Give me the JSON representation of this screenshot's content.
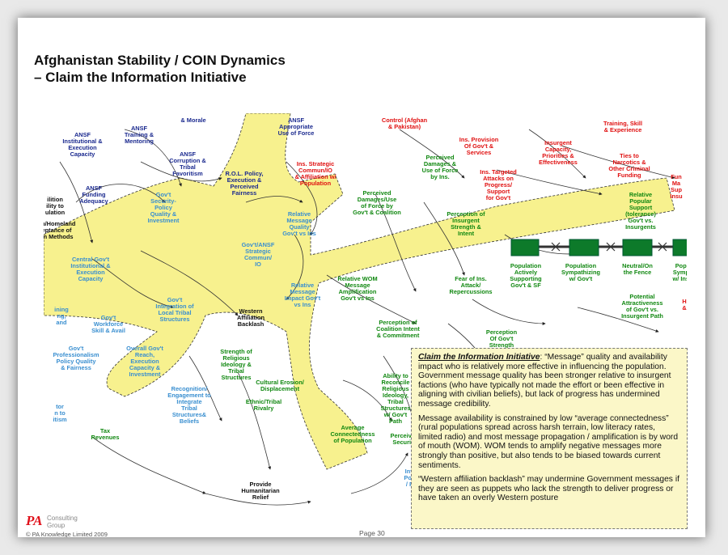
{
  "title": {
    "line1": "Afghanistan Stability / COIN Dynamics",
    "line2": "– Claim the Information Initiative"
  },
  "nodes": [
    {
      "id": "morale",
      "lines": [
        "& Morale"
      ],
      "color": "drk"
    },
    {
      "id": "ansf_train",
      "lines": [
        "ANSF",
        "Training &",
        "Mentoring"
      ],
      "color": "drk"
    },
    {
      "id": "ansf_inst",
      "lines": [
        "ANSF",
        "Institutional &",
        "Execution",
        "Capacity"
      ],
      "color": "drk"
    },
    {
      "id": "ansf_corr",
      "lines": [
        "ANSF",
        "Corruption &",
        "Tribal",
        "Favoritism"
      ],
      "color": "drk"
    },
    {
      "id": "ansf_fund",
      "lines": [
        "ANSF",
        "Funding",
        "Adequacy"
      ],
      "color": "drk"
    },
    {
      "id": "lition",
      "lines": [
        "ilition",
        "ility to",
        "ulation"
      ],
      "color": "blk"
    },
    {
      "id": "govt_sec",
      "lines": [
        "Gov't",
        "Security-",
        "Policy",
        "Quality &",
        "Investment"
      ],
      "color": "blu"
    },
    {
      "id": "rol",
      "lines": [
        "R.O.L. Policy,",
        "Execution &",
        "Perceived",
        "Fairness"
      ],
      "color": "drk"
    },
    {
      "id": "ansf_app",
      "lines": [
        "ANSF",
        "Appropriate",
        "Use of Force"
      ],
      "color": "drk"
    },
    {
      "id": "homeland",
      "lines": [
        "on/Homeland",
        "eptance of",
        "an Methods"
      ],
      "color": "blk"
    },
    {
      "id": "central_govt",
      "lines": [
        "Central Gov't",
        "Institutional &",
        "Execution",
        "Capacity"
      ],
      "color": "blu"
    },
    {
      "id": "govt_ansf",
      "lines": [
        "Gov't/ANSF",
        "Strategic",
        "Commun/",
        "IO"
      ],
      "color": "blu"
    },
    {
      "id": "rel_quality",
      "lines": [
        "Relative",
        "Message",
        "Quality",
        "Gov't vs Ins"
      ],
      "color": "blu"
    },
    {
      "id": "rel_impact",
      "lines": [
        "Relative",
        "Message",
        "Impact Gov't",
        "vs Ins"
      ],
      "color": "blu"
    },
    {
      "id": "govt_integ",
      "lines": [
        "Gov't",
        "Integration of",
        "Local Tribal",
        "Structures"
      ],
      "color": "blu"
    },
    {
      "id": "govt_workforce",
      "lines": [
        "Gov't",
        "Workforce",
        "Skill & Avail"
      ],
      "color": "blu"
    },
    {
      "id": "ining",
      "lines": [
        "ining",
        "ng,",
        "and"
      ],
      "color": "blu"
    },
    {
      "id": "govt_prof",
      "lines": [
        "Gov't",
        "Professionalism",
        "Policy Quality",
        "& Fairness"
      ],
      "color": "blu"
    },
    {
      "id": "overall_govt",
      "lines": [
        "Overall Gov't",
        "Reach,",
        "Execution",
        "Capacity &",
        "Investment"
      ],
      "color": "blu"
    },
    {
      "id": "western",
      "lines": [
        "Western",
        "Affiliation",
        "Backlash"
      ],
      "color": "blk"
    },
    {
      "id": "strength_rel",
      "lines": [
        "Strength of",
        "Religious",
        "Ideology &",
        "Tribal",
        "Structures"
      ],
      "color": "grn"
    },
    {
      "id": "cultural",
      "lines": [
        "Cultural Erosion/",
        "Displacement"
      ],
      "color": "grn"
    },
    {
      "id": "recognition",
      "lines": [
        "Recognition/",
        "Engagement to",
        "Integrate",
        "Tribal",
        "Structures&",
        "Beliefs"
      ],
      "color": "blu"
    },
    {
      "id": "ethnic",
      "lines": [
        "Ethnic/Tribal",
        "Rivalry"
      ],
      "color": "grn"
    },
    {
      "id": "tor",
      "lines": [
        "tor",
        "n to",
        "itism"
      ],
      "color": "blu"
    },
    {
      "id": "tax",
      "lines": [
        "Tax",
        "Revenues"
      ],
      "color": "grn"
    },
    {
      "id": "ability_rec",
      "lines": [
        "Ability to",
        "Reconcile",
        "Religious",
        "Ideology,",
        "Tribal",
        "Structures",
        "w/ Gov't",
        "Path"
      ],
      "color": "grn"
    },
    {
      "id": "avg_conn",
      "lines": [
        "Average",
        "Connectedness",
        "of Population"
      ],
      "color": "grn"
    },
    {
      "id": "provide_hum",
      "lines": [
        "Provide",
        "Humanitarian",
        "Relief"
      ],
      "color": "blk"
    },
    {
      "id": "perc_sec",
      "lines": [
        "Perceived",
        "Security"
      ],
      "color": "grn"
    },
    {
      "id": "infra",
      "lines": [
        "Infr., Se",
        "Policy &",
        "/ Perce"
      ],
      "color": "blu"
    },
    {
      "id": "ins_strat",
      "lines": [
        "Ins. Strategic",
        "Commun/IO",
        "& Affiliation w/",
        "Population"
      ],
      "color": "red"
    },
    {
      "id": "perc_dmg_coal",
      "lines": [
        "Perceived",
        "Damages/Use",
        "of Force by",
        "Gov't & Coalition"
      ],
      "color": "grn"
    },
    {
      "id": "control",
      "lines": [
        "Control (Afghan",
        "& Pakistan)"
      ],
      "color": "red"
    },
    {
      "id": "perc_dmg_ins",
      "lines": [
        "Perceived",
        "Damages &",
        "Use of Force",
        "by Ins."
      ],
      "color": "grn"
    },
    {
      "id": "ins_prov",
      "lines": [
        "Ins. Provision",
        "Of Gov't &",
        "Services"
      ],
      "color": "red"
    },
    {
      "id": "ins_targ",
      "lines": [
        "Ins. Targeted",
        "Attacks on",
        "Progress/",
        "Support",
        "for Gov't"
      ],
      "color": "red"
    },
    {
      "id": "perc_ins_str",
      "lines": [
        "Perception of",
        "Insurgent",
        "Strength &",
        "Intent"
      ],
      "color": "grn"
    },
    {
      "id": "ins_cap",
      "lines": [
        "Insurgent",
        "Capacity,",
        "Priorities &",
        "Effectiveness"
      ],
      "color": "red"
    },
    {
      "id": "training_skill",
      "lines": [
        "Training, Skill",
        "& Experience"
      ],
      "color": "red"
    },
    {
      "id": "ties_narc",
      "lines": [
        "Ties to",
        "Narcotics &",
        "Other Criminal",
        "Funding"
      ],
      "color": "red"
    },
    {
      "id": "fun_ma",
      "lines": [
        "Fun",
        "Ma",
        "Sup",
        "Insu"
      ],
      "color": "red"
    },
    {
      "id": "rel_pop",
      "lines": [
        "Relative",
        "Popular",
        "Support",
        "(tolerance)",
        "Gov't vs.",
        "Insurgents"
      ],
      "color": "grn"
    },
    {
      "id": "pop_act",
      "lines": [
        "Population",
        "Actively",
        "Supporting",
        "Gov't & SF"
      ],
      "color": "grn"
    },
    {
      "id": "pop_symp",
      "lines": [
        "Population",
        "Sympathizing",
        "w/ Gov't"
      ],
      "color": "grn"
    },
    {
      "id": "neutral",
      "lines": [
        "Neutral/On",
        "the Fence"
      ],
      "color": "grn"
    },
    {
      "id": "pop_symp_ins",
      "lines": [
        "Popu",
        "Sympa",
        "w/ Insu"
      ],
      "color": "grn"
    },
    {
      "id": "rel_wom",
      "lines": [
        "Relative WOM",
        "Message",
        "Amplification",
        "Gov't vs Ins"
      ],
      "color": "grn"
    },
    {
      "id": "fear",
      "lines": [
        "Fear of Ins.",
        "Attack/",
        "Repercussions"
      ],
      "color": "grn"
    },
    {
      "id": "perc_coal",
      "lines": [
        "Perception of",
        "Coalition Intent",
        "& Commitment"
      ],
      "color": "grn"
    },
    {
      "id": "perc_govt_str",
      "lines": [
        "Perception",
        "Of Gov't",
        "Strength",
        "& Intent"
      ],
      "color": "grn"
    },
    {
      "id": "potential",
      "lines": [
        "Potential",
        "Attractiveness",
        "of Gov't vs.",
        "Insurgent Path"
      ],
      "color": "grn"
    },
    {
      "id": "h_edge",
      "lines": [
        "H",
        "&"
      ],
      "color": "red"
    }
  ],
  "callout": {
    "lead": "Claim the Information Initiative",
    "p1": ":  “Message” quality and availability impact who is relatively more effective in influencing the population.   Government message quality has been stronger relative to insurgent factions (who have typically not made the effort or been effective in aligning with civilian beliefs), but lack of progress has undermined message credibility.",
    "p2": "Message availability is constrained by low “average connectedness” (rural populations spread across harsh terrain, low literacy rates, limited radio) and most message propagation / amplification is by word of mouth (WOM).  WOM tends to amplify negative messages more strongly than positive, but also tends to be biased towards current sentiments.",
    "p3": "“Western affiliation backlash” may undermine Government messages if they are seen as puppets who lack the strength to deliver progress or have taken an overly Western posture"
  },
  "footer": {
    "logo_mark": "PA",
    "logo_line1": "Consulting",
    "logo_line2": "Group",
    "copyright": "© PA Knowledge Limited 2009",
    "page": "Page 30"
  },
  "colors": {
    "highlight": "#f7f18e",
    "stock": "#0d7a2a",
    "red": "#e01010",
    "blue": "#3a8fd0",
    "green": "#118811",
    "navy": "#1b2a8f"
  }
}
